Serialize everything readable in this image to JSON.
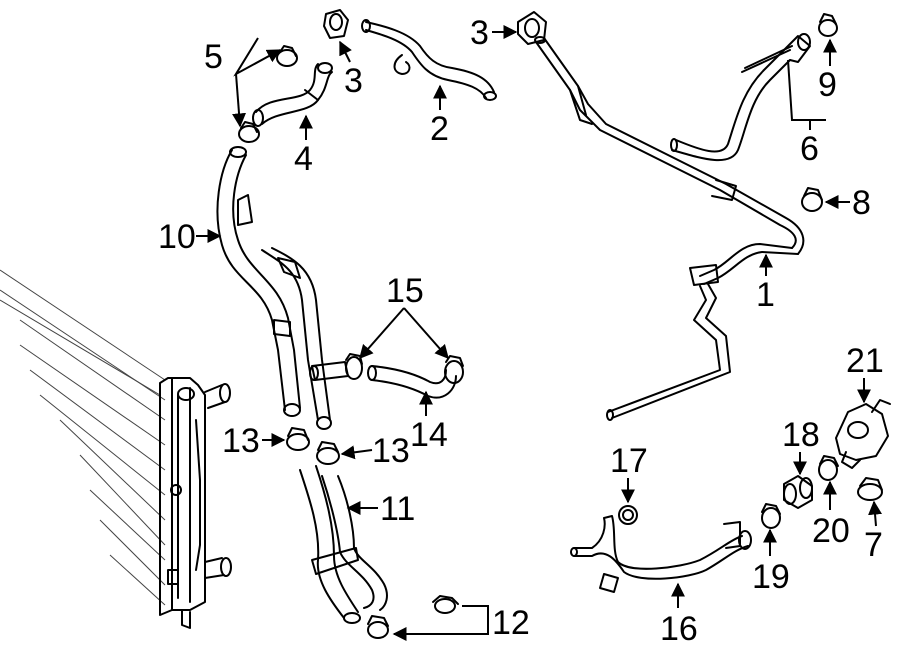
{
  "diagram": {
    "callouts": {
      "c1": "1",
      "c2": "2",
      "c3a": "3",
      "c3b": "3",
      "c4": "4",
      "c5": "5",
      "c6": "6",
      "c7": "7",
      "c8": "8",
      "c9": "9",
      "c10": "10",
      "c11": "11",
      "c12": "12",
      "c13a": "13",
      "c13b": "13",
      "c14": "14",
      "c15": "15",
      "c16": "16",
      "c17": "17",
      "c18": "18",
      "c19": "19",
      "c20": "20",
      "c21": "21"
    }
  }
}
